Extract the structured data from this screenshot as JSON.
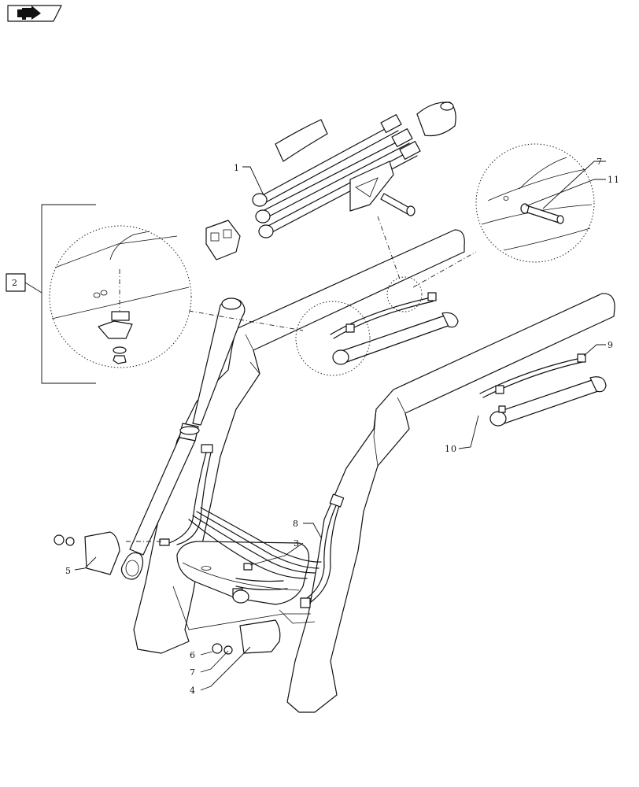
{
  "nav_icon": "next-page-arrow-icon",
  "box_callout": "2",
  "callouts": [
    {
      "id": "c1",
      "text": "1"
    },
    {
      "id": "c3",
      "text": "3"
    },
    {
      "id": "c4",
      "text": "4"
    },
    {
      "id": "c5",
      "text": "5"
    },
    {
      "id": "c6",
      "text": "6"
    },
    {
      "id": "c7a",
      "text": "7"
    },
    {
      "id": "c7b",
      "text": "7"
    },
    {
      "id": "c8",
      "text": "8"
    },
    {
      "id": "c9",
      "text": "9"
    },
    {
      "id": "c10",
      "text": "10"
    },
    {
      "id": "c11",
      "text": "11"
    }
  ]
}
